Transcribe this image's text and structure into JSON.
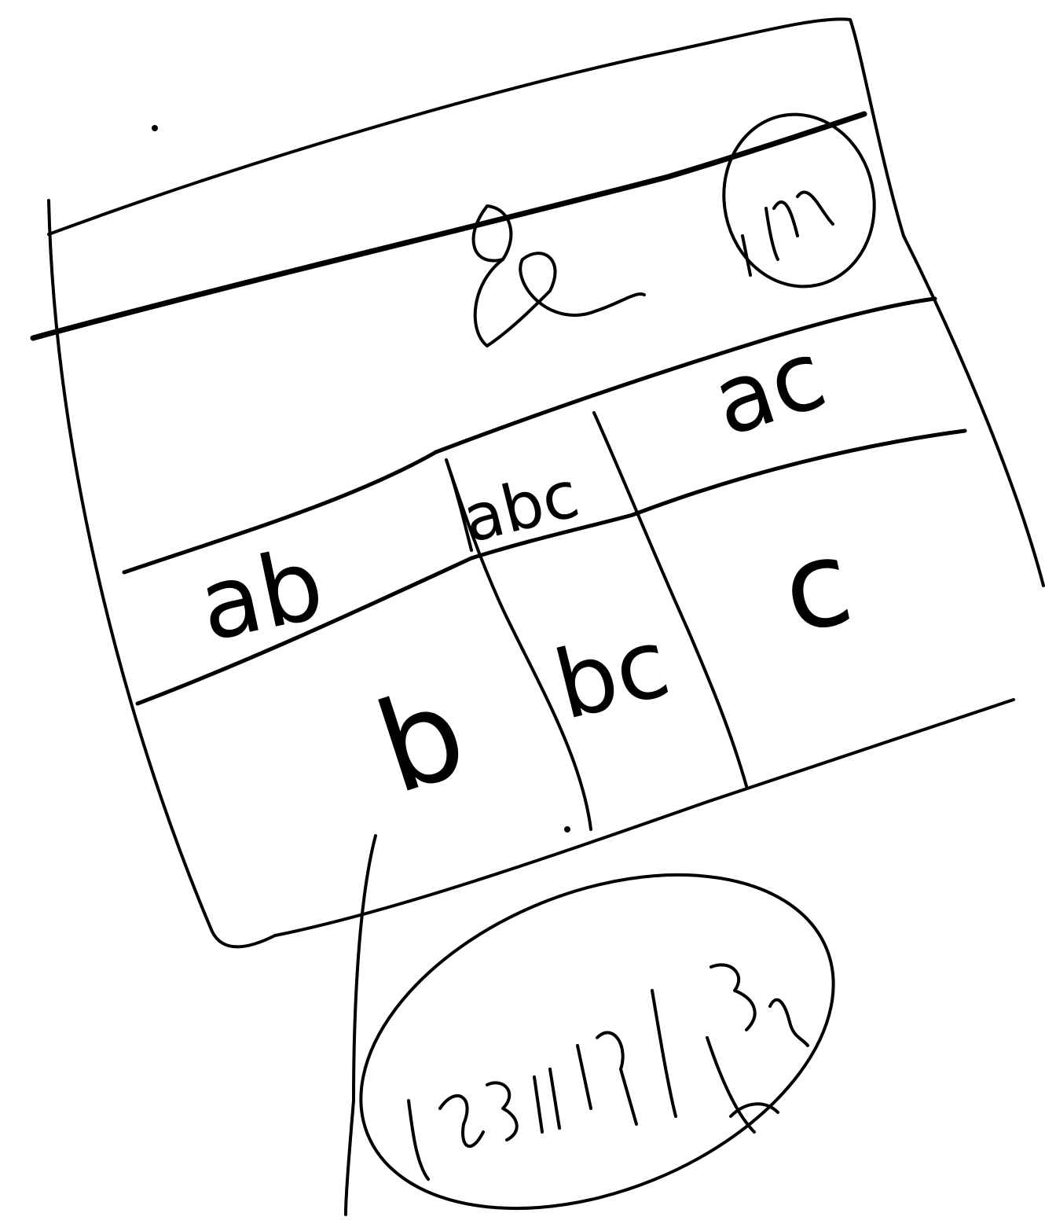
{
  "diagram": {
    "top_label": "a",
    "top_marker": "1M",
    "cells": {
      "ac": "ac",
      "abc": "abc",
      "ab": "ab",
      "c": "c",
      "bc": "bc",
      "b": "b"
    },
    "bottom_scribble": "h3zn"
  },
  "colors": {
    "ink": "#000000",
    "paper": "#ffffff"
  }
}
